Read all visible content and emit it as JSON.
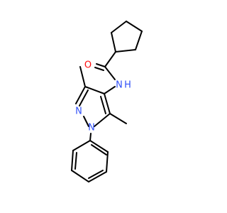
{
  "molecule": {
    "atoms": {
      "oxygen": "O",
      "amide_nitrogen": "N",
      "amide_hydrogen": "H",
      "ring_nitrogen_n2": "N",
      "ring_nitrogen_n1": "N"
    },
    "colors": {
      "bond": "#000000",
      "oxygen": "#ff0d0d",
      "nitrogen": "#3050f8"
    }
  }
}
